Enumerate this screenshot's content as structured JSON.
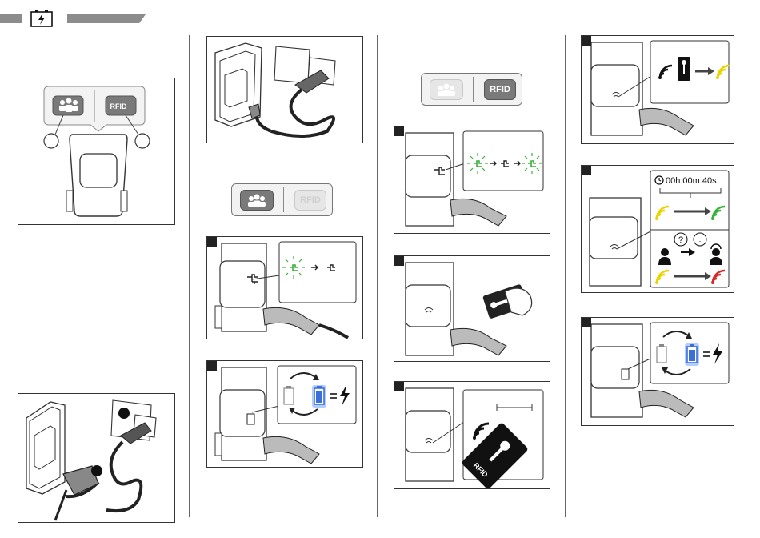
{
  "header": {
    "icon": "lightning-battery-icon"
  },
  "mode_selector": {
    "rfid_label": "RFID"
  },
  "timer": {
    "text": "00h:00m:40s"
  },
  "card": {
    "label": "RFID"
  },
  "indicator_symbols": {
    "question": "?",
    "dots": "..."
  },
  "colors": {
    "green": "#36b336",
    "yellow": "#e8d400",
    "red": "#d42a2a",
    "blue": "#3d6fd8",
    "blue_glow": "#9fc0ff",
    "header_bar": "#8c8c8c"
  }
}
